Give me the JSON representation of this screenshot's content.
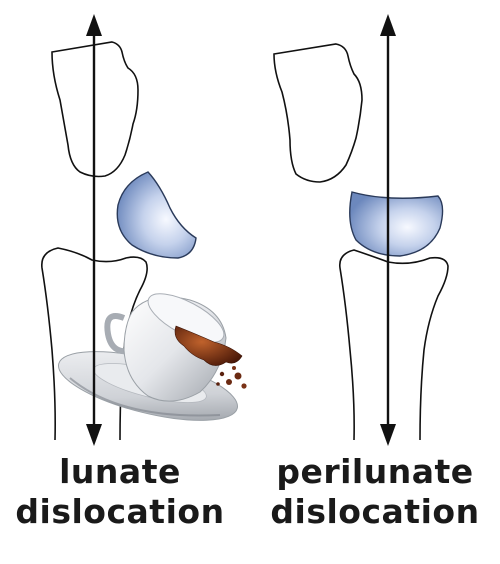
{
  "panels": [
    {
      "id": "lunate",
      "caption_line1": "lunate",
      "caption_line2": "dislocation",
      "illustration": "teacup-and-saucer"
    },
    {
      "id": "perilunate",
      "caption_line1": "perilunate",
      "caption_line2": "dislocation"
    }
  ],
  "colors": {
    "outline": "#111111",
    "lunate_light": "#eef2fb",
    "lunate_dark": "#6f8cc0",
    "arrow": "#111111",
    "coffee": "#6b2a12"
  }
}
